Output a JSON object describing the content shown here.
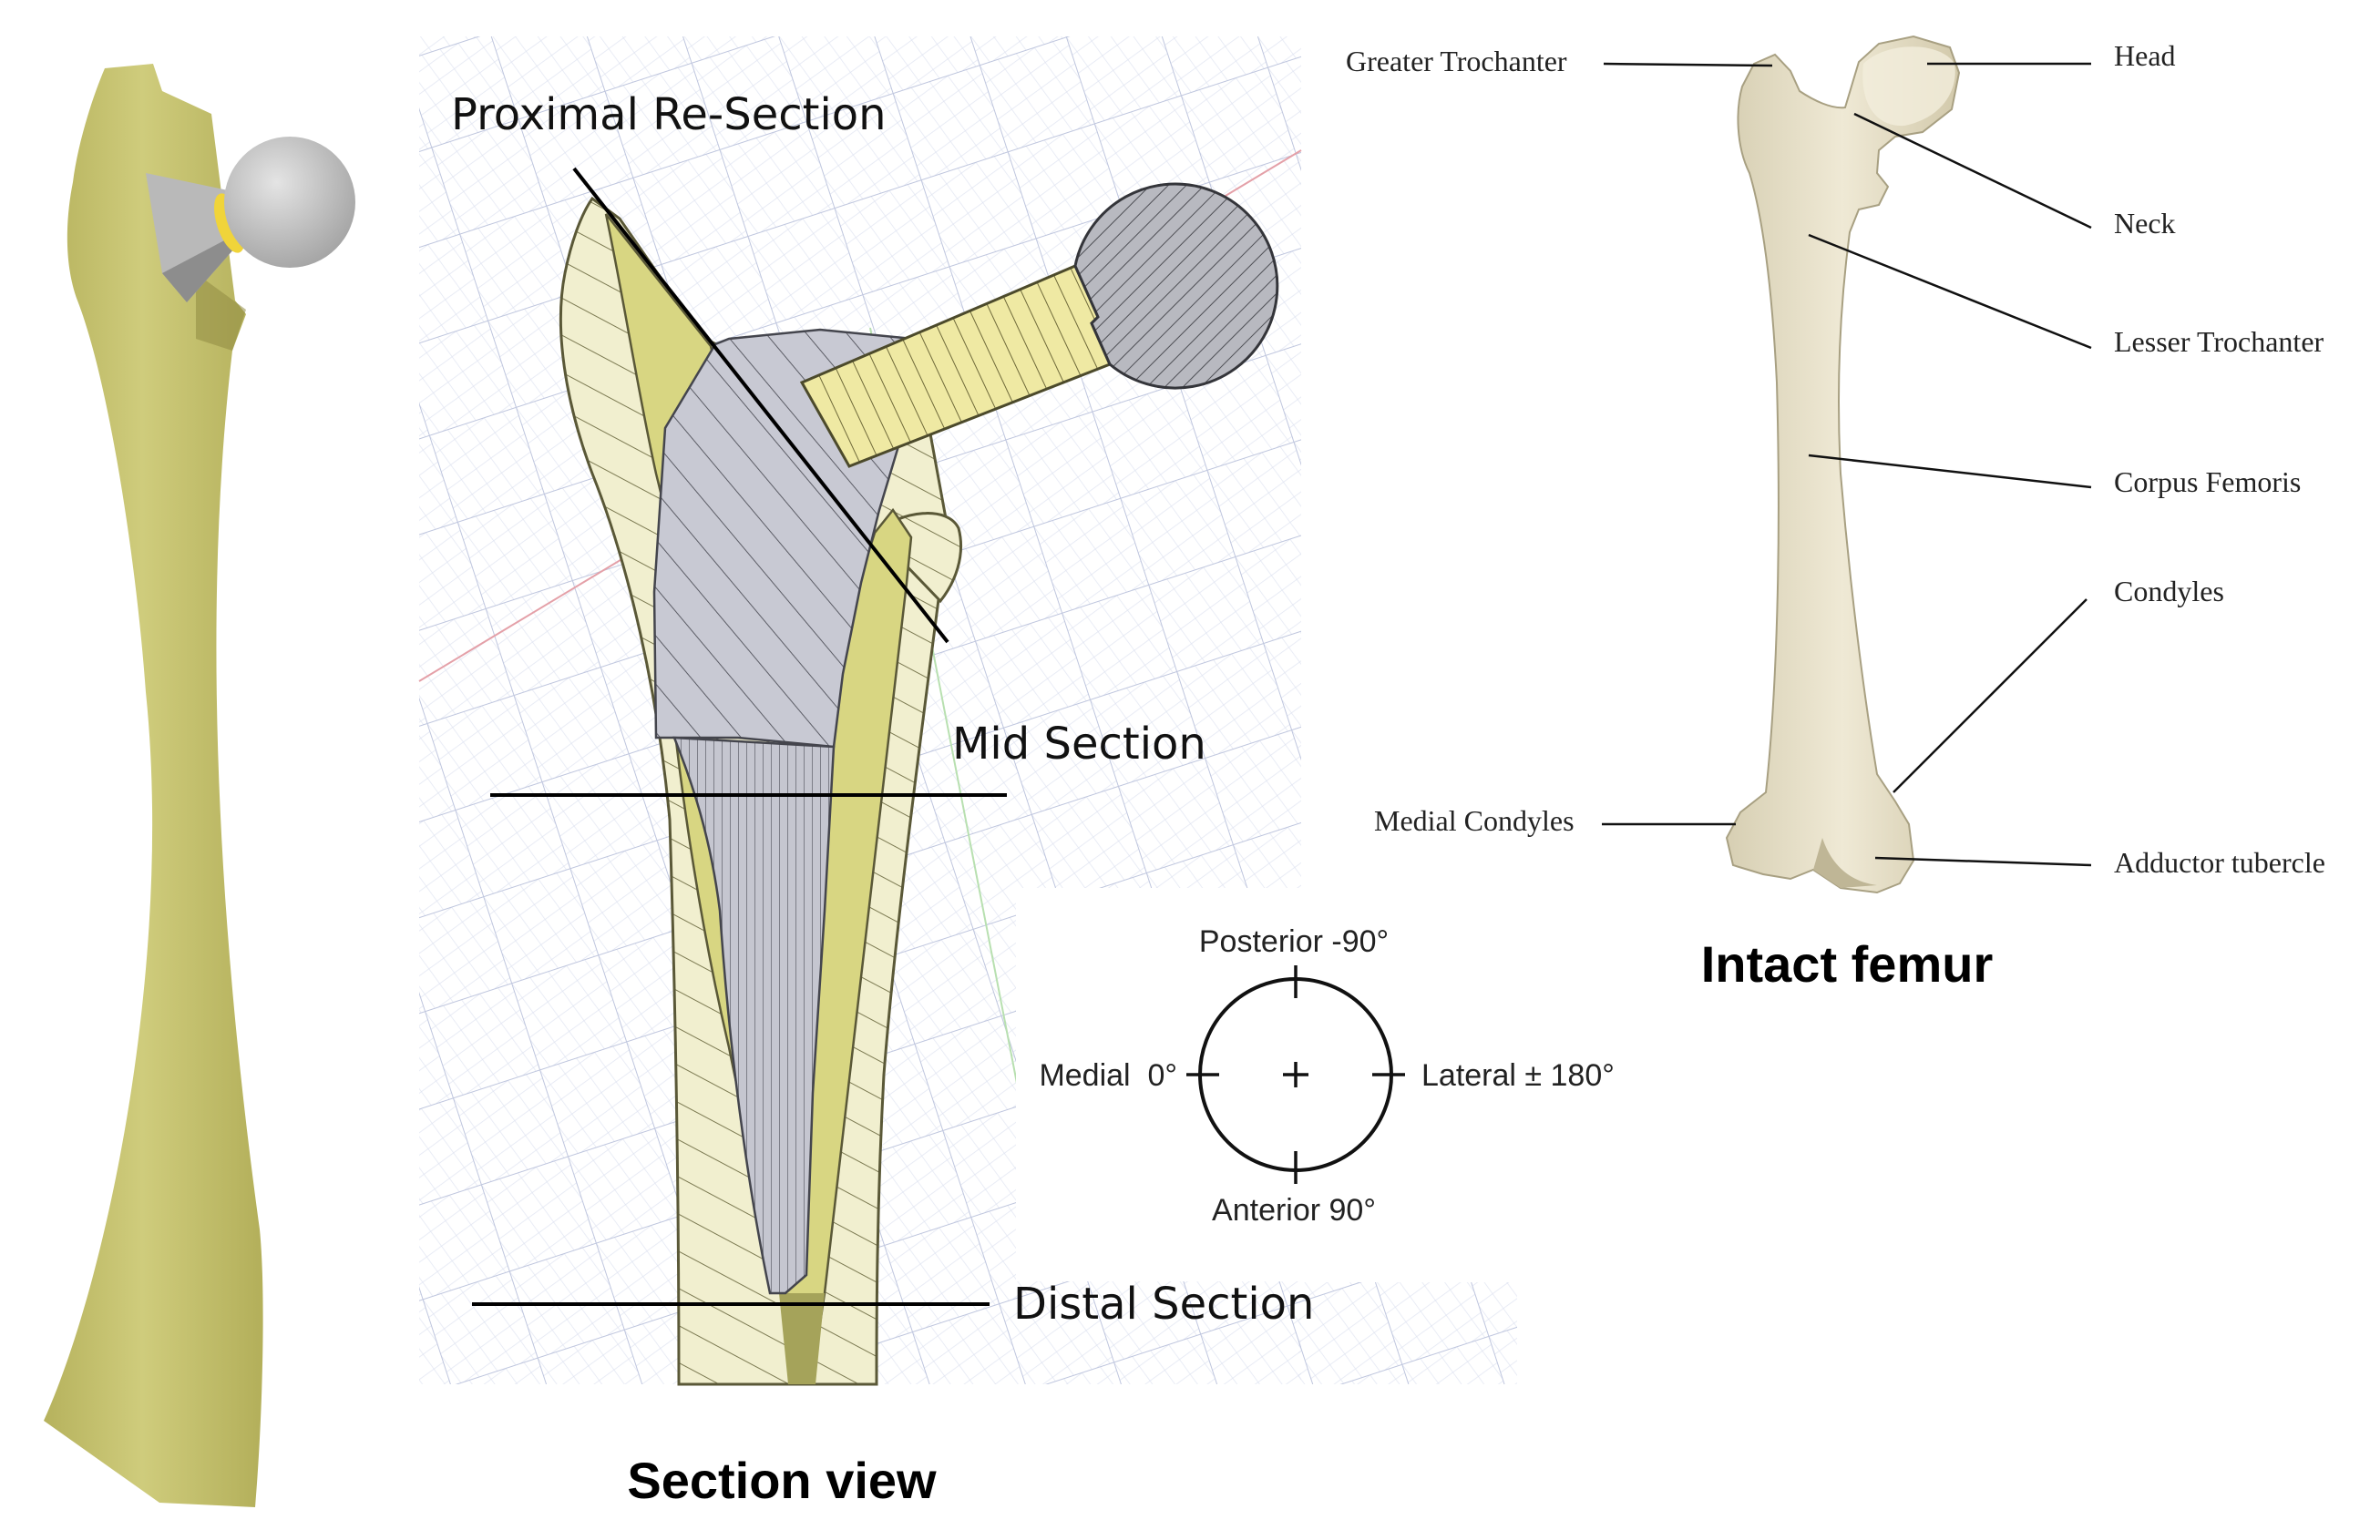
{
  "section_view": {
    "caption": "Section view",
    "labels": {
      "proximal": "Proximal Re-Section",
      "mid": "Mid Section",
      "distal": "Distal Section"
    }
  },
  "orientation": {
    "posterior": "Posterior -90°",
    "medial": "Medial  0°",
    "lateral": "Lateral ± 180°",
    "anterior": "Anterior 90°"
  },
  "intact_femur": {
    "caption": "Intact femur",
    "labels": {
      "greater_trochanter": "Greater Trochanter",
      "head": "Head",
      "neck": "Neck",
      "lesser_trochanter": "Lesser Trochanter",
      "corpus_femoris": "Corpus Femoris",
      "condyles": "Condyles",
      "medial_condyles": "Medial Condyles",
      "adductor_tubercle": "Adductor tubercle"
    }
  },
  "colors": {
    "bone_model": "#c9c675",
    "cortex": "#f1efcf",
    "canal": "#d8d682",
    "stem": "#c8c9d3",
    "neck_insert": "#efe9a3",
    "ball": "#b9b9b9",
    "grid": "#cdd3e8",
    "real_bone": "#e9e2cc"
  }
}
